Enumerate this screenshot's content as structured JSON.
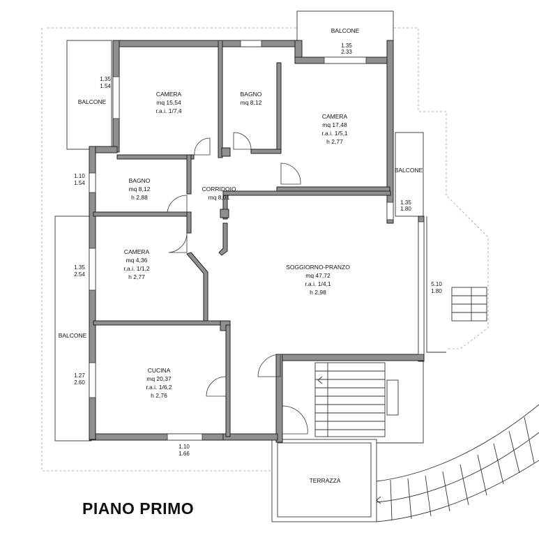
{
  "title": "PIANO PRIMO",
  "rooms": {
    "camera_1": {
      "name": "CAMERA",
      "area": "mq 15,54",
      "rai": "r.a.i. 1/7,4"
    },
    "bagno_1": {
      "name": "BAGNO",
      "area": "mq 8,12"
    },
    "camera_2": {
      "name": "CAMERA",
      "area": "mq 17,48",
      "rai": "r.a.i. 1/5,1",
      "height": "h 2,77"
    },
    "bagno_2": {
      "name": "BAGNO",
      "area": "mq 8,12",
      "height": "h 2,88"
    },
    "corridoio": {
      "name": "CORRIDOIO",
      "area": "mq 8,01"
    },
    "camera_3": {
      "name": "CAMERA",
      "area": "mq 4,36",
      "rai": "r.a.i. 1/1,2",
      "height": "h 2,77"
    },
    "soggiorno": {
      "name": "SOGGIORNO-PRANZO",
      "area": "mq 47,72",
      "rai": "r.a.i. 1/4,1",
      "height": "h 2,98"
    },
    "cucina": {
      "name": "CUCINA",
      "area": "mq 20,37",
      "rai": "r.a.i. 1/6,2",
      "height": "h 2,76"
    },
    "terrazza": {
      "name": "TERRAZZA"
    }
  },
  "balconies": {
    "top": "BALCONE",
    "left_top": "BALCONE",
    "right": "BALCONE",
    "left_bottom": "BALCONE"
  },
  "window_dims": {
    "top_balcone": [
      "1.35",
      "2.33"
    ],
    "left_camera": [
      "1.35",
      "1.54"
    ],
    "left_bagno": [
      "1.10",
      "1.54"
    ],
    "right_balcone": [
      "1.35",
      "1.80"
    ],
    "left_camera_small": [
      "1.35",
      "2.54"
    ],
    "right_soggiorno": [
      "5.10",
      "1.80"
    ],
    "left_cucina": [
      "1.27",
      "2.60"
    ],
    "bottom_cucina": [
      "1.10",
      "1.66"
    ]
  }
}
